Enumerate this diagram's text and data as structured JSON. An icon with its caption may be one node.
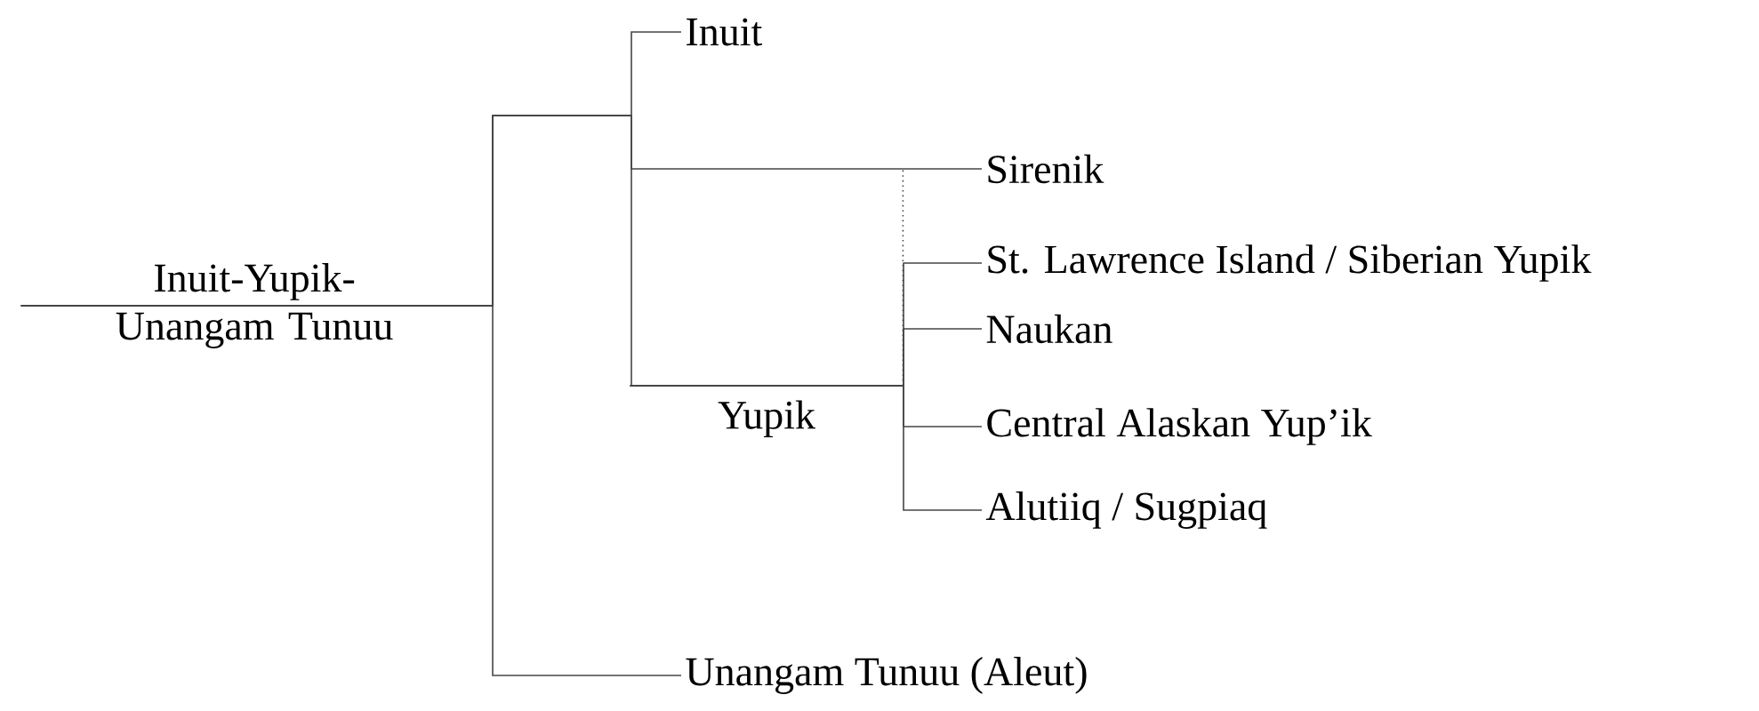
{
  "diagram": {
    "nodes": [
      {
        "text": [
          "Inuit-Yupik- Unangam Tunuu"
        ]
      },
      {
        "text": [
          "Inuit"
        ]
      },
      {
        "text": [
          "Sirenik"
        ]
      },
      {
        "text": [
          "St. Lawrence Island / Siberian Yupik"
        ]
      },
      {
        "text": [
          "Naukan"
        ]
      },
      {
        "text": [
          "Yupik"
        ]
      },
      {
        "text": [
          "Central Alaskan Yup’ik"
        ]
      },
      {
        "text": [
          "Alutiiq / Sugpiaq"
        ]
      },
      {
        "text": [
          "Unangam Tunuu (Aleut)"
        ]
      }
    ],
    "edges": [
      {
        "from": 0,
        "to": 1,
        "arrow": "none"
      },
      {
        "from": 0,
        "to": 2,
        "arrow": "none"
      },
      {
        "from": 0,
        "to": 5,
        "arrow": "none"
      },
      {
        "from": 0,
        "to": 8,
        "arrow": "none"
      },
      {
        "from": 5,
        "to": 3,
        "arrow": "none"
      },
      {
        "from": 5,
        "to": 4,
        "arrow": "none"
      },
      {
        "from": 5,
        "to": 6,
        "arrow": "none"
      },
      {
        "from": 5,
        "to": 7,
        "arrow": "none"
      },
      {
        "from": 5,
        "to": 2,
        "arrow": "none",
        "style": "dashed"
      }
    ]
  }
}
